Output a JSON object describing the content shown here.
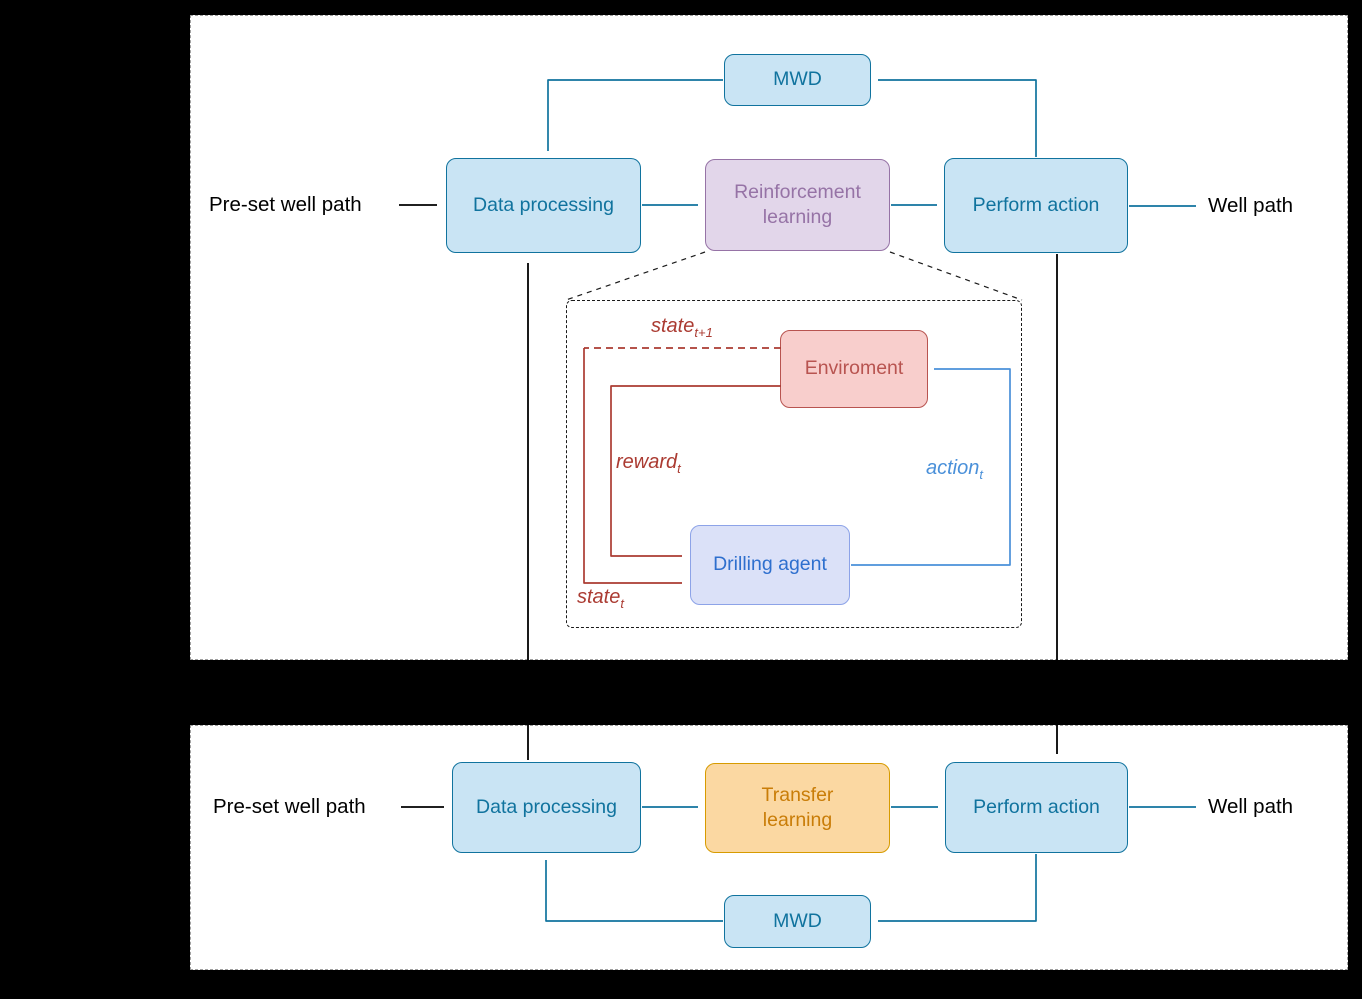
{
  "colors": {
    "teal": "#10739e",
    "fill_blue": "#c9e4f4",
    "purple_fill": "#e2d6ea",
    "purple_stroke": "#9673a6",
    "orange_fill": "#fbd8a2",
    "orange_stroke": "#d79b00",
    "orange_text": "#c97d08",
    "red_fill": "#f8cecc",
    "red_stroke": "#b85450",
    "agent_fill": "#dbe1f8",
    "agent_stroke": "#8da3e8",
    "agent_text": "#2e6fce",
    "dark_red": "#ab3b32",
    "action_blue": "#4a90d9",
    "black": "#000000"
  },
  "top_panel": {
    "input_label": "Pre-set well path",
    "output_label": "Well path",
    "boxes": {
      "mwd": "MWD",
      "data_processing": "Data processing",
      "reinforcement_learning": "Reinforcement\nlearning",
      "perform_action": "Perform action"
    },
    "detail": {
      "environment": "Enviroment",
      "drilling_agent": "Drilling agent",
      "labels": {
        "state_next": {
          "base": "state",
          "sub": "t+1"
        },
        "reward": {
          "base": "reward",
          "sub": "t"
        },
        "action": {
          "base": "action",
          "sub": "t"
        },
        "state": {
          "base": "state",
          "sub": "t"
        }
      }
    }
  },
  "bottom_panel": {
    "input_label": "Pre-set well path",
    "output_label": "Well path",
    "boxes": {
      "mwd": "MWD",
      "data_processing": "Data processing",
      "transfer_learning": "Transfer\nlearning",
      "perform_action": "Perform action"
    }
  }
}
